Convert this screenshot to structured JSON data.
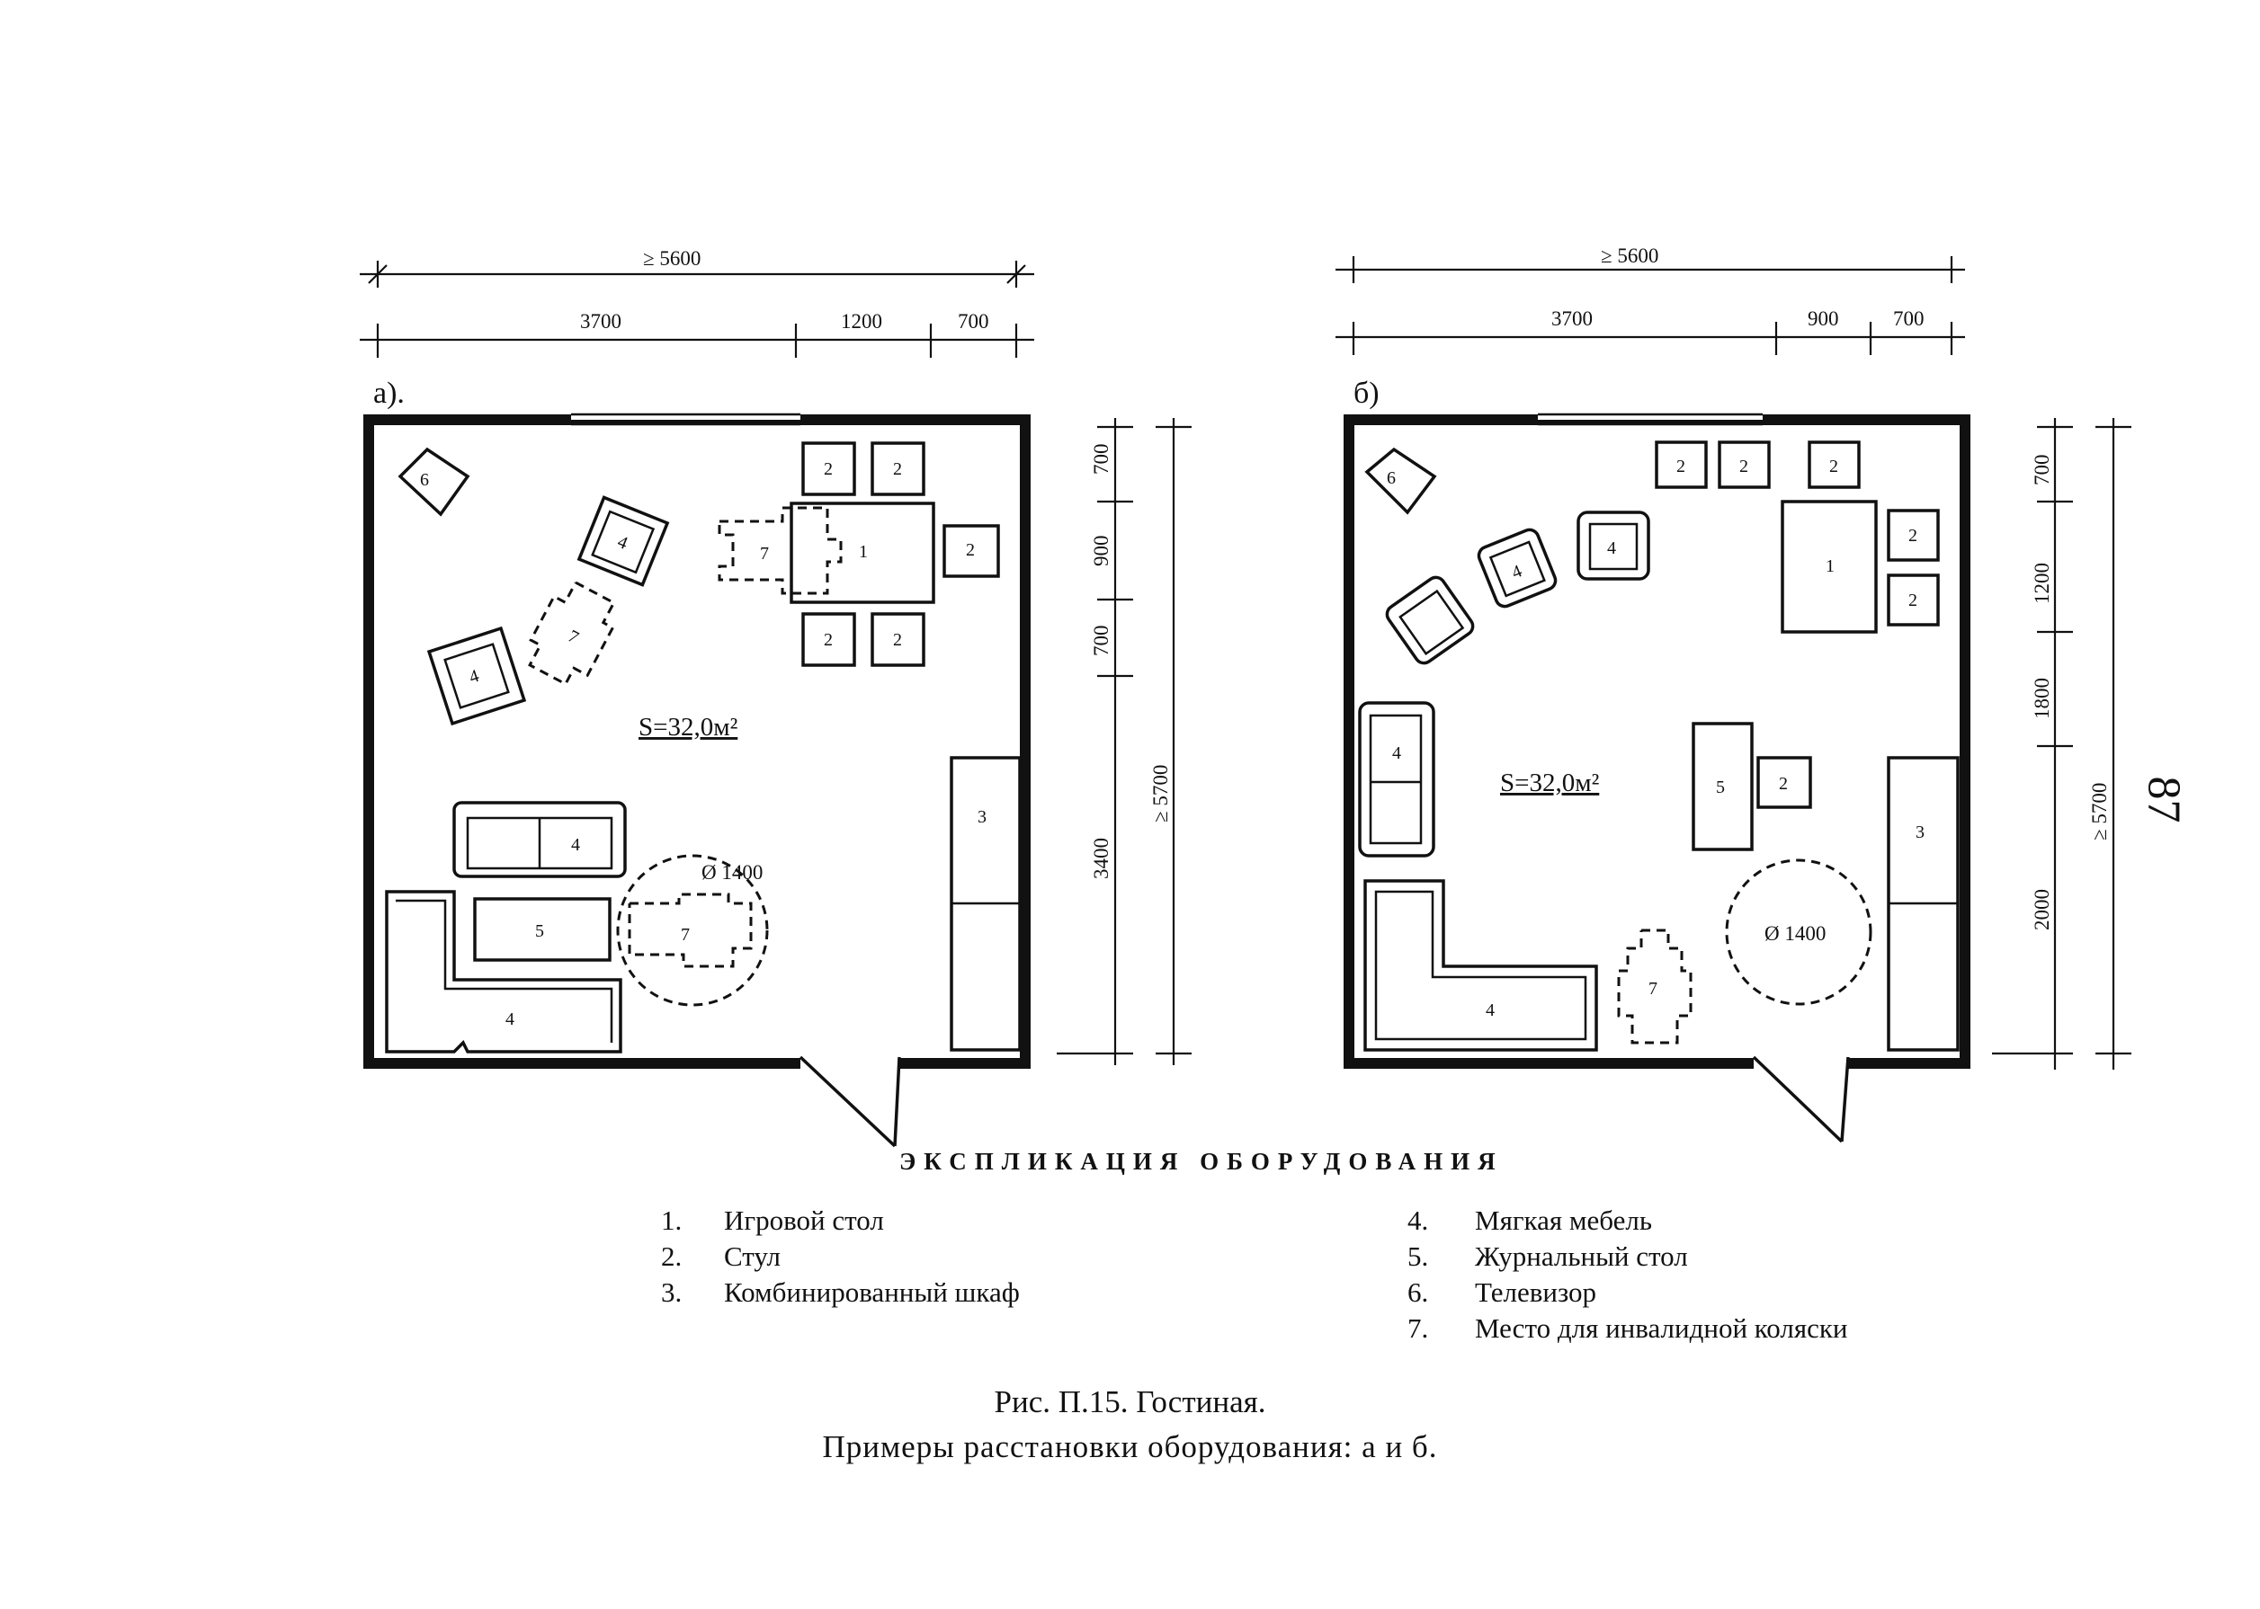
{
  "plan_a": {
    "label": "а).",
    "dim_total": "≥ 5600",
    "dim_left": "3700",
    "dim_mid": "1200",
    "dim_right": "700",
    "vdim_1": "700",
    "vdim_2": "900",
    "vdim_3": "700",
    "vdim_4": "3400",
    "vdim_total": "≥ 5700",
    "area": "S=32,0м²",
    "circle_label": "Ø 1400"
  },
  "plan_b": {
    "label": "б)",
    "dim_total": "≥ 5600",
    "dim_left": "3700",
    "dim_mid": "900",
    "dim_right": "700",
    "vdim_1": "700",
    "vdim_2": "1200",
    "vdim_3": "1800",
    "vdim_4": "2000",
    "vdim_total": "≥ 5700",
    "area": "S=32,0м²",
    "circle_label": "Ø 1400"
  },
  "item_numbers": {
    "n1": "1",
    "n2": "2",
    "n3": "3",
    "n4": "4",
    "n5": "5",
    "n6": "6",
    "n7": "7"
  },
  "heading": "ЭКСПЛИКАЦИЯ ОБОРУДОВАНИЯ",
  "legend_left": [
    {
      "num": "1.",
      "text": "Игровой стол"
    },
    {
      "num": "2.",
      "text": "Стул"
    },
    {
      "num": "3.",
      "text": "Комбинированный шкаф"
    }
  ],
  "legend_right": [
    {
      "num": "4.",
      "text": "Мягкая мебель"
    },
    {
      "num": "5.",
      "text": "Журнальный стол"
    },
    {
      "num": "6.",
      "text": "Телевизор"
    },
    {
      "num": "7.",
      "text": "Место для инвалидной коляски"
    }
  ],
  "caption_line1": "Рис. П.15.   Гостиная.",
  "caption_line2": "Примеры расстановки оборудования:  а  и  б.",
  "page_number": "87"
}
